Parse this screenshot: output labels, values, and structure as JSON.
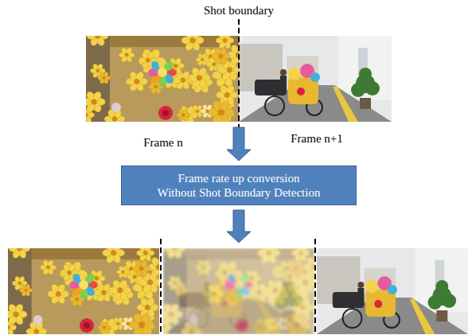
{
  "diagram": {
    "nodes": [
      {
        "text": [
          "Frame rate up conversion",
          "Without Shot Boundary Detection"
        ]
      }
    ],
    "labels": [
      "Shot boundary",
      "Frame n",
      "Frame n+1"
    ]
  }
}
